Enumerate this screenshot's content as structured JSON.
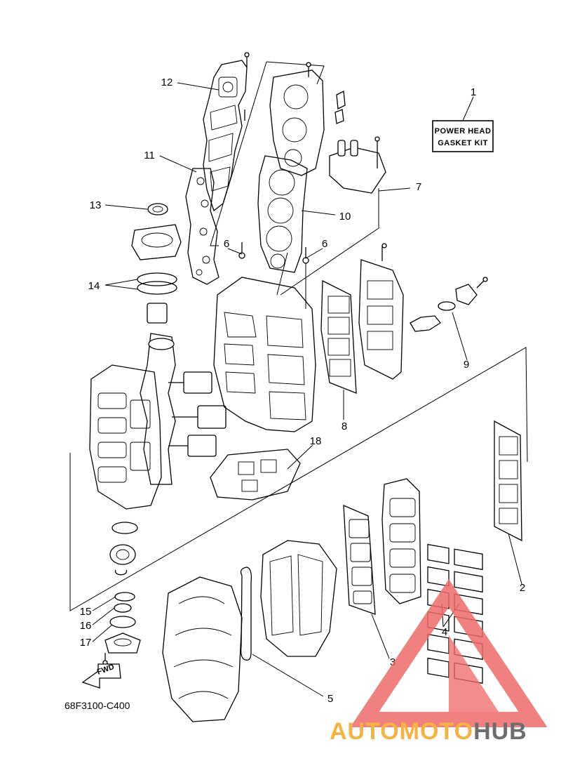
{
  "kit_label": {
    "line1": "POWER HEAD",
    "line2": "GASKET KIT"
  },
  "diagram_code": "68F3100-C400",
  "fwd_label": "FWD",
  "callouts": [
    "1",
    "2",
    "3",
    "4",
    "5",
    "6",
    "6",
    "7",
    "8",
    "9",
    "10",
    "11",
    "12",
    "13",
    "14",
    "15",
    "16",
    "17",
    "18"
  ],
  "watermark": {
    "part1": "AUTOMOTO",
    "part2": "HUB",
    "color_accent": "#f5a623",
    "color_red": "#ef6a6a",
    "color_dark": "#555555"
  }
}
